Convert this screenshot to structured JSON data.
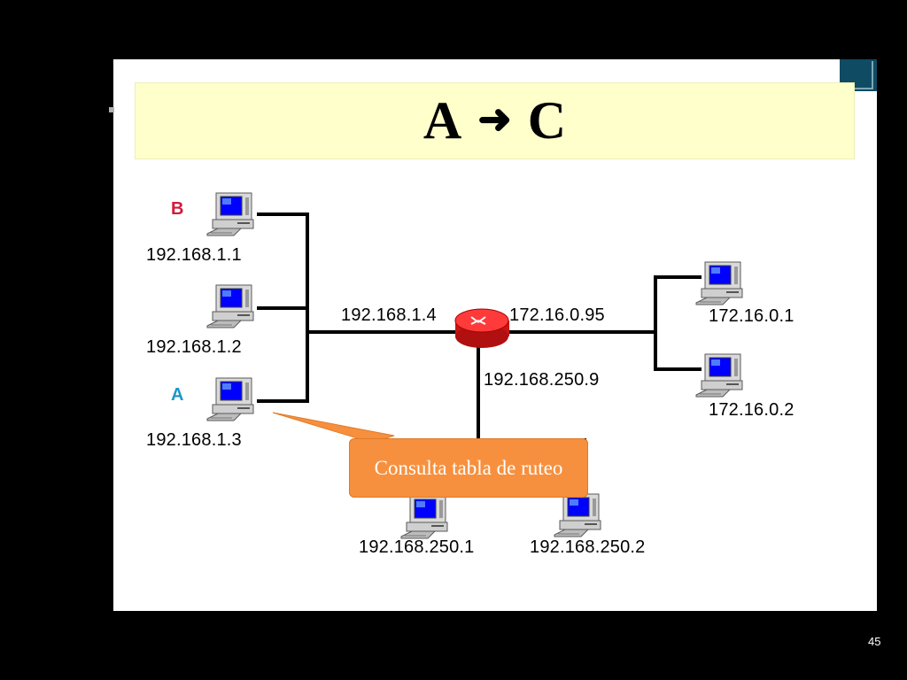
{
  "title": {
    "left": "A",
    "arrow_icon": "right-arrow-icon",
    "right": "C"
  },
  "hosts": {
    "b_label": "B",
    "a_label": "A",
    "b_ip": "192.168.1.1",
    "mid_ip": "192.168.1.2",
    "a_ip": "192.168.1.3",
    "right_top_ip": "172.16.0.1",
    "right_bottom_ip": "172.16.0.2",
    "bottom_left_ip": "192.168.250.1",
    "bottom_right_ip": "192.168.250.2"
  },
  "router": {
    "icon": "router-icon",
    "left_interface_ip": "192.168.1.4",
    "right_interface_ip": "172.16.0.95",
    "bottom_interface_ip": "192.168.250.9"
  },
  "callout": {
    "text": "Consulta tabla de ruteo"
  },
  "footer": {
    "slide_number": "45"
  },
  "colors": {
    "background": "#000000",
    "banner": "#ffffcc",
    "callout": "#f7903e",
    "label_b": "#d01b3b",
    "label_a": "#1d97c9",
    "router": "#e21c1c",
    "screen": "#0000ff"
  }
}
